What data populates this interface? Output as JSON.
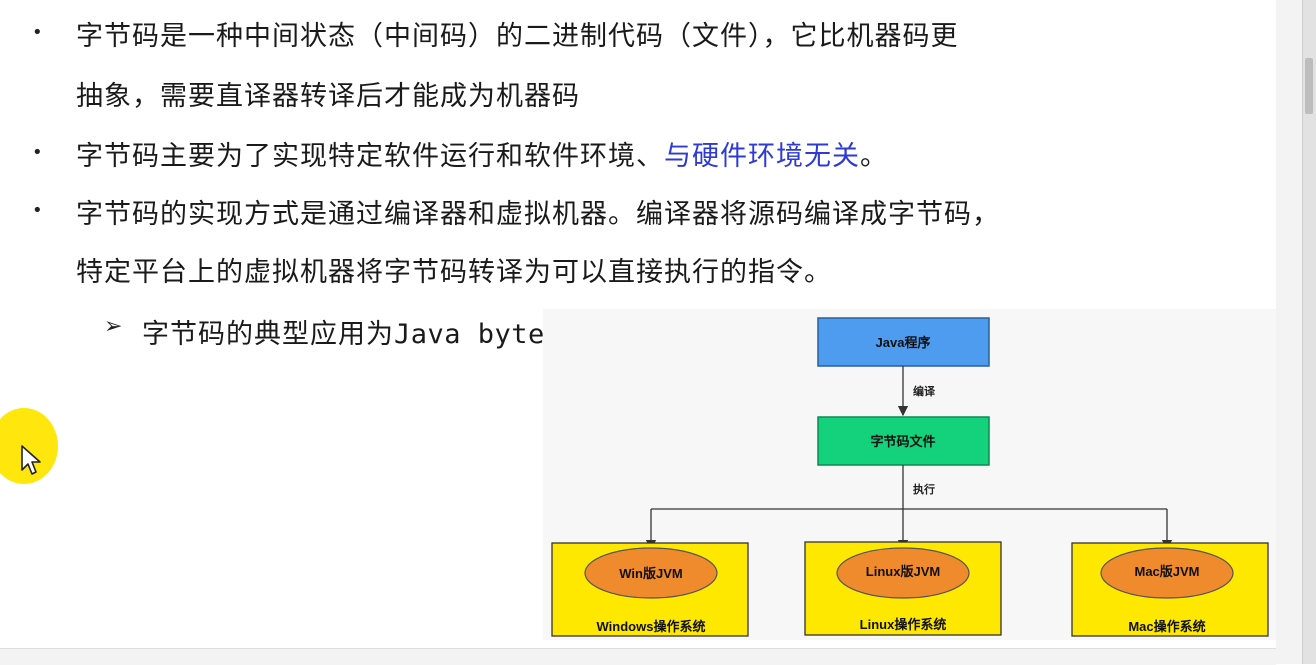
{
  "bullets": [
    {
      "lines": [
        "字节码是一种中间状态（中间码）的二进制代码（文件），它比机器码更",
        "抽象，需要直译器转译后才能成为机器码"
      ]
    },
    {
      "text": "字节码主要为了实现特定软件运行和软件环境、",
      "highlight": "与硬件环境无关",
      "tail": "。"
    },
    {
      "lines": [
        "字节码的实现方式是通过编译器和虚拟机器。编译器将源码编译成字节码，",
        "特定平台上的虚拟机器将字节码转译为可以直接执行的指令。"
      ]
    }
  ],
  "sub_bullet": {
    "prefix": "字节码的典型应用为",
    "code": "Java bytecode",
    "suffix": "。"
  },
  "diagram": {
    "source": "Java程序",
    "compile_label": "编译",
    "bytecode": "字节码文件",
    "execute_label": "执行",
    "platforms": [
      {
        "jvm": "Win版JVM",
        "os": "Windows操作系统"
      },
      {
        "jvm": "Linux版JVM",
        "os": "Linux操作系统"
      },
      {
        "jvm": "Mac版JVM",
        "os": "Mac操作系统"
      }
    ]
  },
  "colors": {
    "highlight_text": "#2e3ad4",
    "java_box": "#4d9cf0",
    "bytecode_box": "#14d17c",
    "os_box": "#ffe800",
    "jvm_ellipse": "#ef8b2c",
    "cursor_highlight": "#ffe600"
  }
}
